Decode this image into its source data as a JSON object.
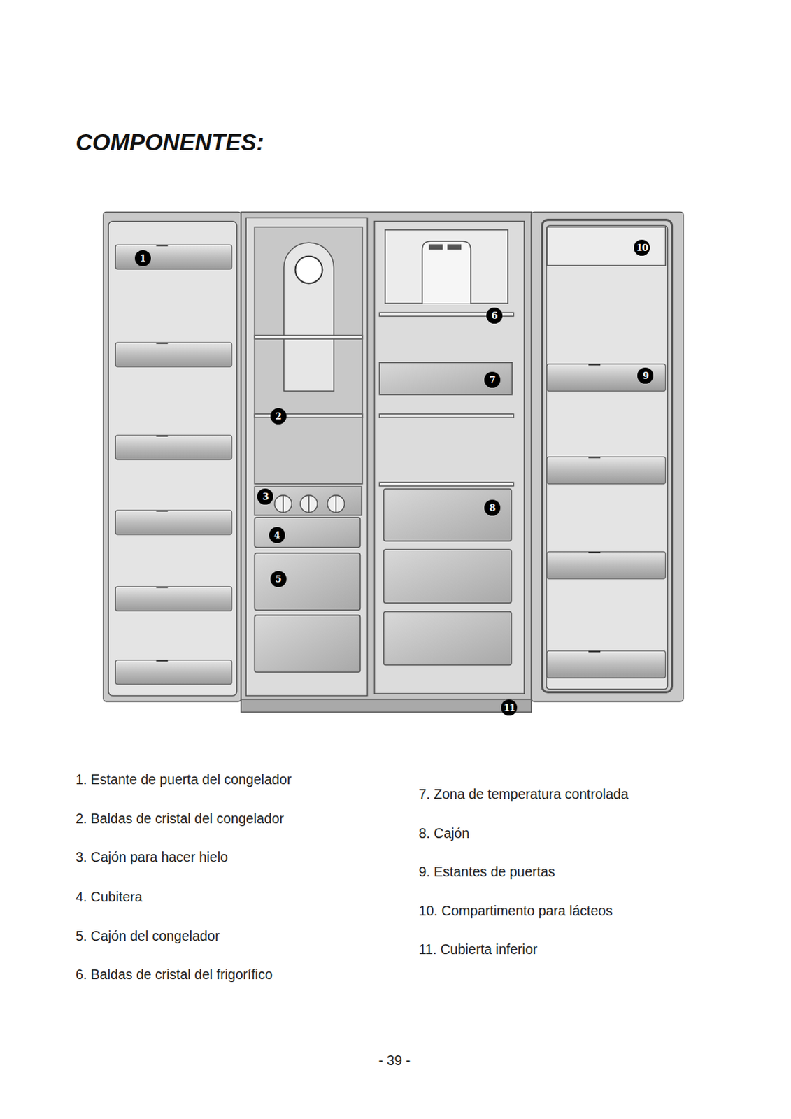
{
  "diagram": {
    "title": "COMPONENTES:",
    "labels": [
      "1",
      "2",
      "3",
      "4",
      "5",
      "6",
      "7",
      "8",
      "9",
      "10",
      "11",
      "1. Estante de puerta del congelador",
      "2. Baldas de cristal del congelador",
      "3. Cajón para hacer hielo",
      "4. Cubitera",
      "5. Cajón del congelador",
      "6. Baldas de cristal del frigorífico",
      "7. Zona de temperatura controlada",
      "8. Cajón",
      "9. Estantes de puertas",
      "10. Compartimento para lácteos",
      "11. Cubierta inferior",
      "- 39 -"
    ]
  }
}
